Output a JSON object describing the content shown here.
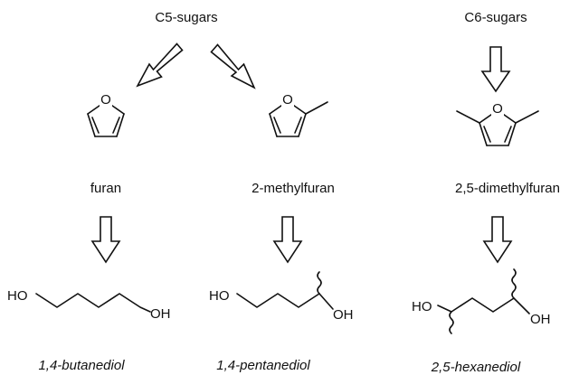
{
  "sources": {
    "c5": "C5-sugars",
    "c6": "C6-sugars"
  },
  "furans": {
    "furan": "furan",
    "methylfuran": "2-methylfuran",
    "dimethylfuran": "2,5-dimethylfuran"
  },
  "diols": {
    "butanediol": "1,4-butanediol",
    "pentanediol": "1,4-pentanediol",
    "hexanediol": "2,5-hexanediol"
  },
  "atoms": {
    "oxygen": "O",
    "hydroxyl_left": "HO",
    "hydroxyl_right": "OH"
  }
}
